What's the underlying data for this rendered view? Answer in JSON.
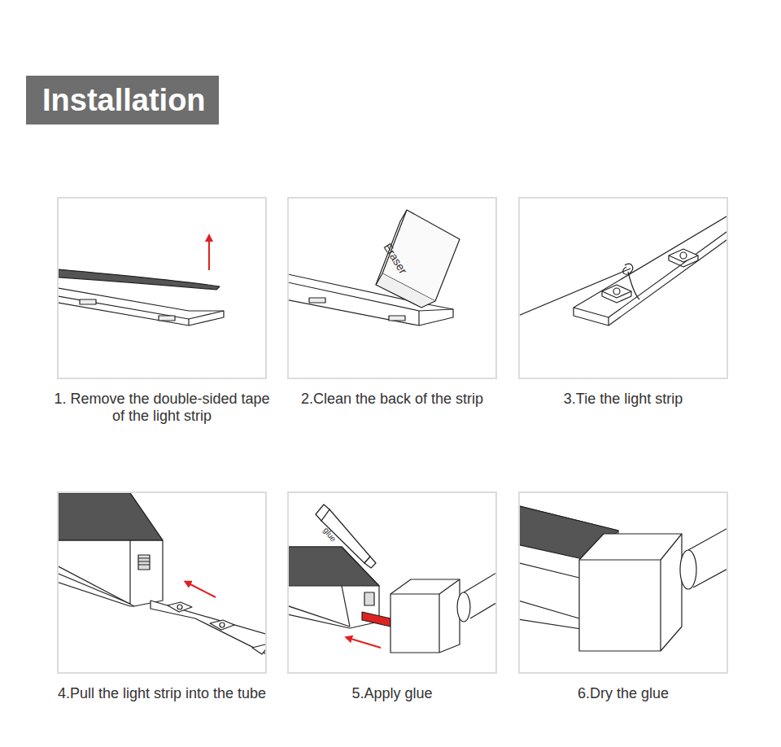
{
  "diagram": {
    "title": "Installation",
    "nodes": [
      {
        "text": [
          "1. Remove the double-sided tape of the light strip"
        ]
      },
      {
        "text": [
          "2.Clean the back of the strip"
        ]
      },
      {
        "text": [
          "3.Tie the light strip"
        ]
      },
      {
        "text": [
          "4.Pull the light strip into the tube"
        ]
      },
      {
        "text": [
          "5.Apply glue"
        ]
      },
      {
        "text": [
          "6.Dry the glue"
        ]
      }
    ],
    "labels": [
      "Eraser",
      "glue"
    ]
  }
}
